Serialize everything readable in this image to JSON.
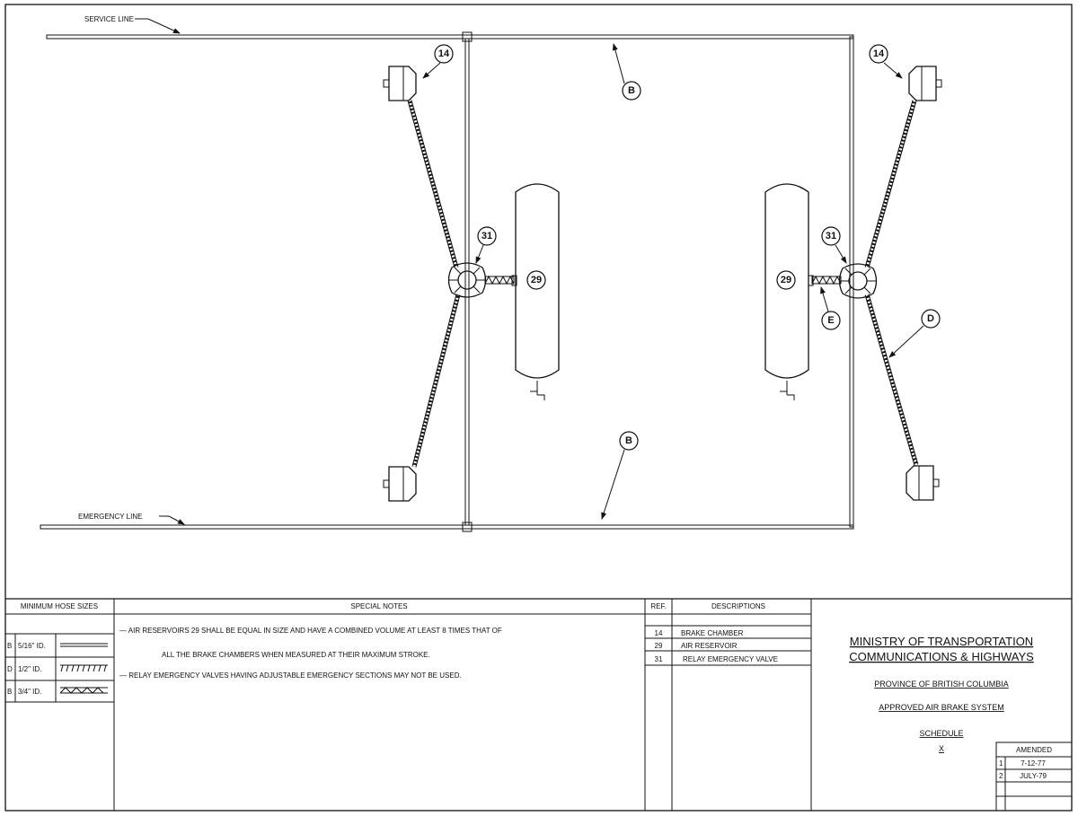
{
  "diagram": {
    "service_line_label": "SERVICE LINE",
    "emergency_line_label": "EMERGENCY LINE",
    "callouts": {
      "brake_chamber_left": "14",
      "brake_chamber_right": "14",
      "valve_left": "31",
      "valve_right": "31",
      "reservoir_left": "29",
      "reservoir_right": "29",
      "hose_b_top": "B",
      "hose_b_bottom": "B",
      "hose_d": "D",
      "hose_e": "E"
    }
  },
  "hose_sizes": {
    "header": "MINIMUM HOSE SIZES",
    "rows": [
      {
        "code": "B",
        "size": "5/16\" ID.",
        "pattern": "plain"
      },
      {
        "code": "D",
        "size": "1/2\" ID.",
        "pattern": "ladder"
      },
      {
        "code": "B",
        "size": "3/4\" ID.",
        "pattern": "zigzag"
      }
    ]
  },
  "special_notes": {
    "header": "SPECIAL NOTES",
    "lines": [
      "— AIR RESERVOIRS 29 SHALL BE EQUAL IN SIZE AND HAVE A COMBINED VOLUME AT LEAST 8 TIMES THAT OF",
      "ALL THE BRAKE CHAMBERS WHEN MEASURED AT THEIR MAXIMUM STROKE.",
      "— RELAY EMERGENCY VALVES HAVING ADJUSTABLE EMERGENCY SECTIONS MAY NOT BE USED."
    ]
  },
  "parts": {
    "ref_header": "REF.",
    "desc_header": "DESCRIPTIONS",
    "rows": [
      {
        "ref": "14",
        "desc": "BRAKE CHAMBER"
      },
      {
        "ref": "29",
        "desc": "AIR RESERVOIR"
      },
      {
        "ref": "31",
        "desc": "RELAY EMERGENCY VALVE"
      }
    ]
  },
  "title_block": {
    "line1": "MINISTRY OF TRANSPORTATION",
    "line2": "COMMUNICATIONS & HIGHWAYS",
    "province": "PROVINCE OF BRITISH COLUMBIA",
    "subject": "APPROVED AIR BRAKE SYSTEM",
    "schedule_label": "SCHEDULE",
    "schedule_value": "X"
  },
  "amended": {
    "header": "AMENDED",
    "rows": [
      {
        "no": "1",
        "date": "7-12-77"
      },
      {
        "no": "2",
        "date": "JULY-79"
      }
    ]
  }
}
